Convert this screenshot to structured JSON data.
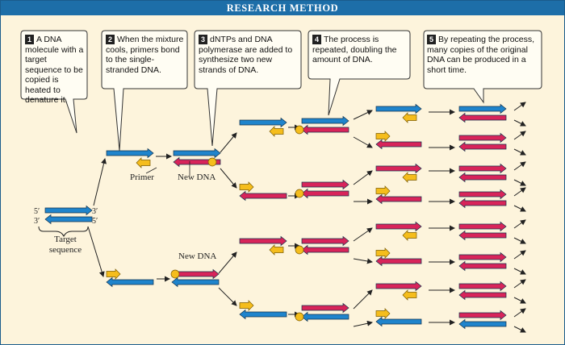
{
  "header": {
    "title": "RESEARCH METHOD"
  },
  "steps": [
    {
      "num": "1",
      "text": "A DNA molecule with a target sequence to be copied is heated to denature it."
    },
    {
      "num": "2",
      "text": "When the mixture cools, primers bond to the single-stranded DNA."
    },
    {
      "num": "3",
      "text": "dNTPs and DNA polymerase are added to synthesize two new strands of DNA."
    },
    {
      "num": "4",
      "text": "The process is repeated, doubling the amount of DNA."
    },
    {
      "num": "5",
      "text": "By repeating the process, many copies of the original DNA can be produced in a short time."
    }
  ],
  "labels": {
    "five_prime": "5′",
    "three_prime": "3′",
    "target_sequence": "Target sequence",
    "primer": "Primer",
    "new_dna": "New DNA"
  },
  "colors": {
    "header_bg": "#1d6ea8",
    "panel_bg": "#fdf4dc",
    "template_strand": "#1f84cc",
    "new_strand": "#d8245a",
    "primer": "#f5bd1c"
  }
}
